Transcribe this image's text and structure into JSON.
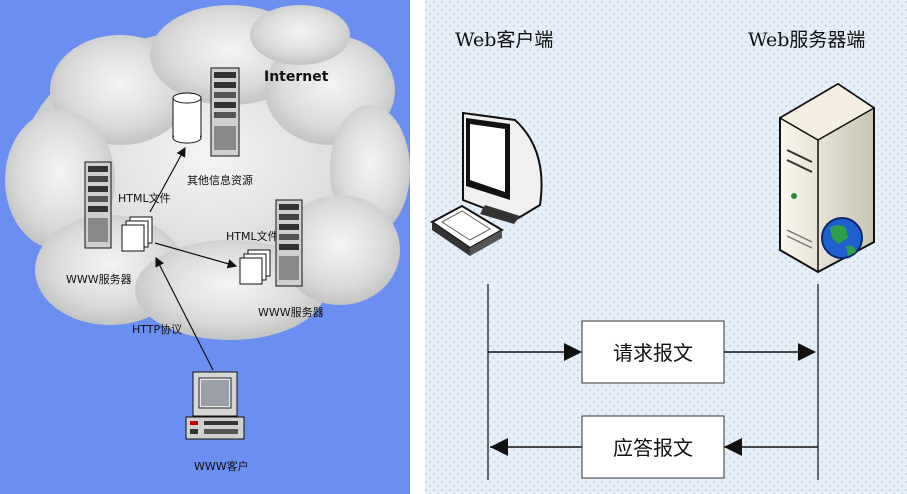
{
  "left_diagram": {
    "cloud_label": "Internet",
    "other_resources_label": "其他信息资源",
    "html_file_label_1": "HTML文件",
    "html_file_label_2": "HTML文件",
    "www_server_label_1": "WWW服务器",
    "www_server_label_2": "WWW服务器",
    "protocol_label": "HTTP协议",
    "client_label": "WWW客户"
  },
  "right_diagram": {
    "client_title": "Web客户端",
    "server_title": "Web服务器端",
    "request_label": "请求报文",
    "response_label": "应答报文"
  },
  "colors": {
    "left_background": "#6b8ff0",
    "right_background": "#e4eef8"
  }
}
